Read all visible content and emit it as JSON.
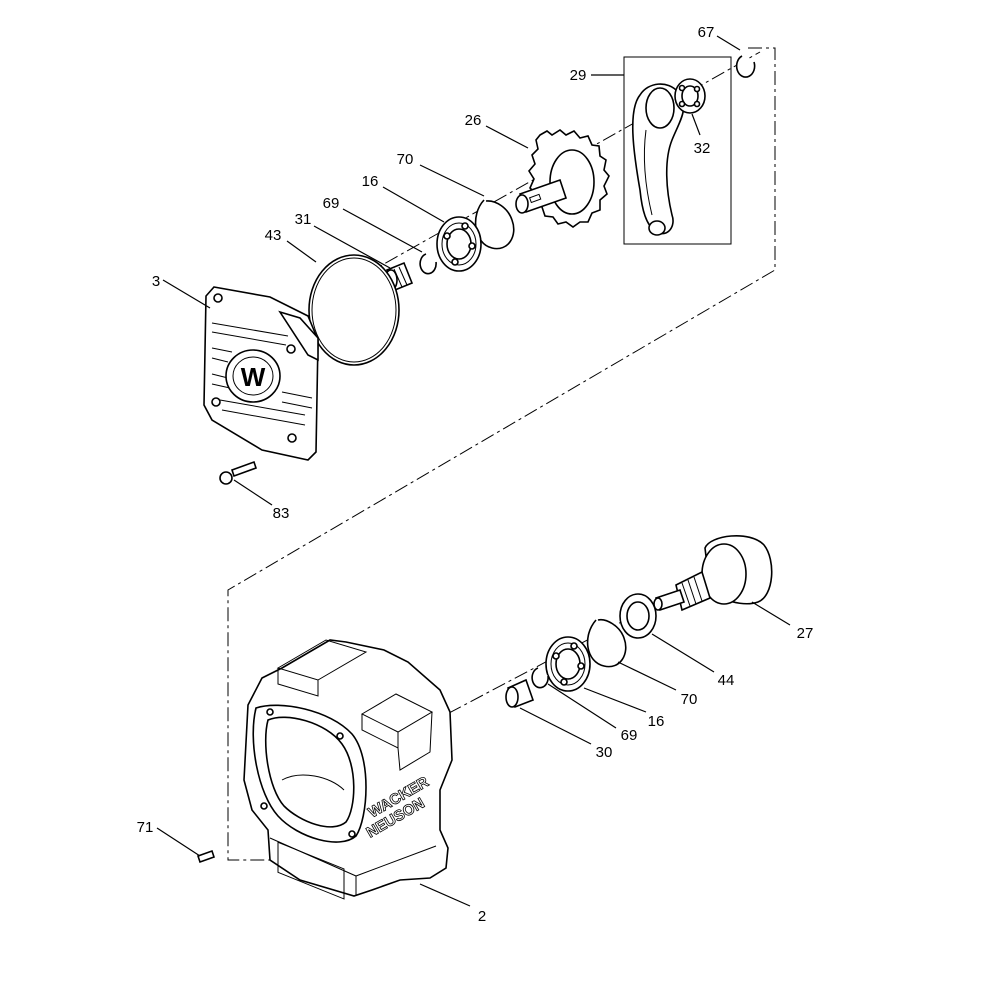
{
  "callouts": [
    "67",
    "29",
    "32",
    "26",
    "70",
    "16",
    "69",
    "31",
    "43",
    "3",
    "83",
    "27",
    "44",
    "70",
    "16",
    "69",
    "30",
    "71",
    "2"
  ],
  "cover_logo": "W",
  "housing_brand": [
    "WACKER",
    "NEUSON"
  ]
}
